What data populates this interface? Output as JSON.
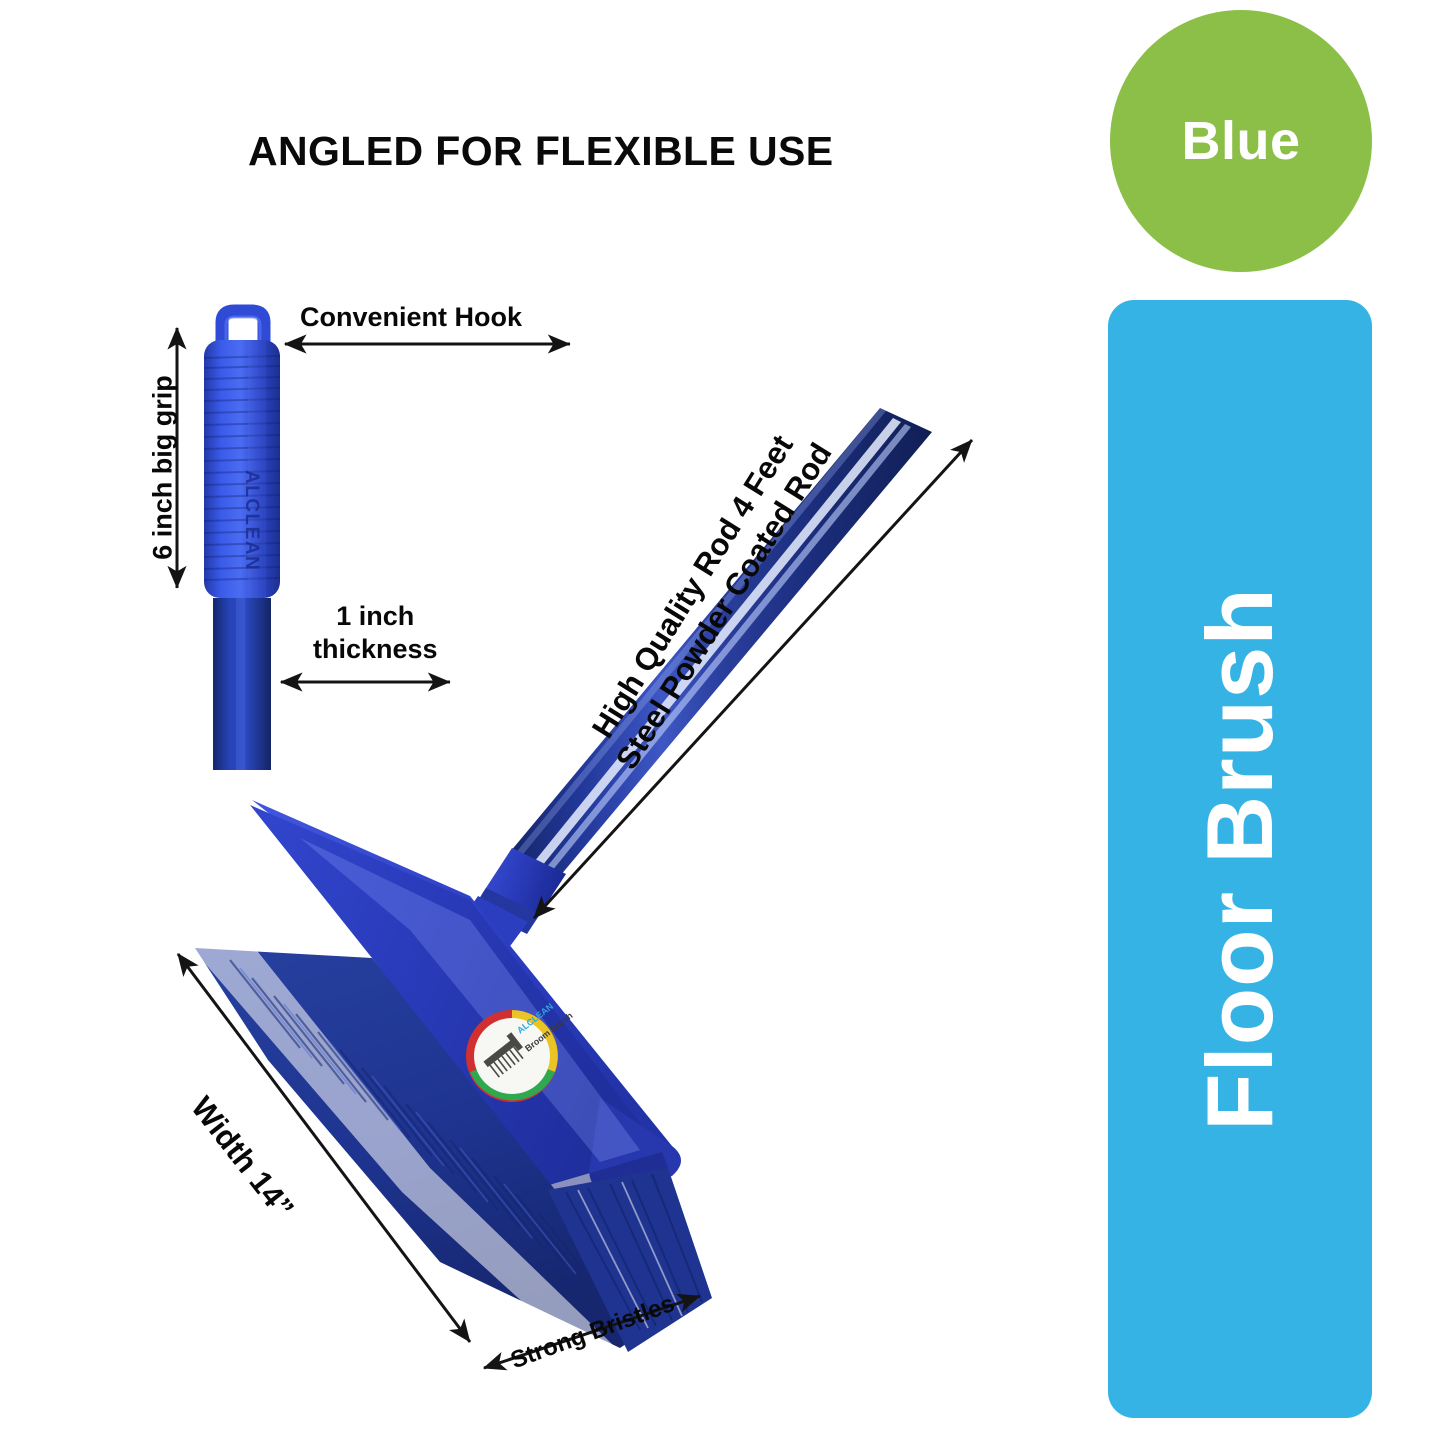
{
  "headline": "ANGLED FOR FLEXIBLE USE",
  "color_badge": {
    "label": "Blue",
    "fill": "#8CBF47",
    "text_color": "#ffffff"
  },
  "title_banner": {
    "label": "Floor Brush",
    "fill": "#35B3E5",
    "text_color": "#ffffff",
    "orientation": "vertical-bottom-to-top"
  },
  "annotations": {
    "hook": "Convenient Hook",
    "grip": "6 inch big grip",
    "thickness_line1": "1 inch",
    "thickness_line2": "thickness",
    "rod_line1": "High Quality Rod 4 Feet",
    "rod_line2": "Steel Powder Coated Rod",
    "width": "Width 14”",
    "bristles": "Strong Bristles"
  },
  "product": {
    "brand": "ALCLEAN",
    "sticker_brand": "ALCLEAN",
    "sticker_text": "Broom Brush",
    "grip_color": "#2B4CD8",
    "rod_color": "#1B3A8F",
    "head_color": "#2A3FBF",
    "bristle_color": "#1E3FA8"
  }
}
